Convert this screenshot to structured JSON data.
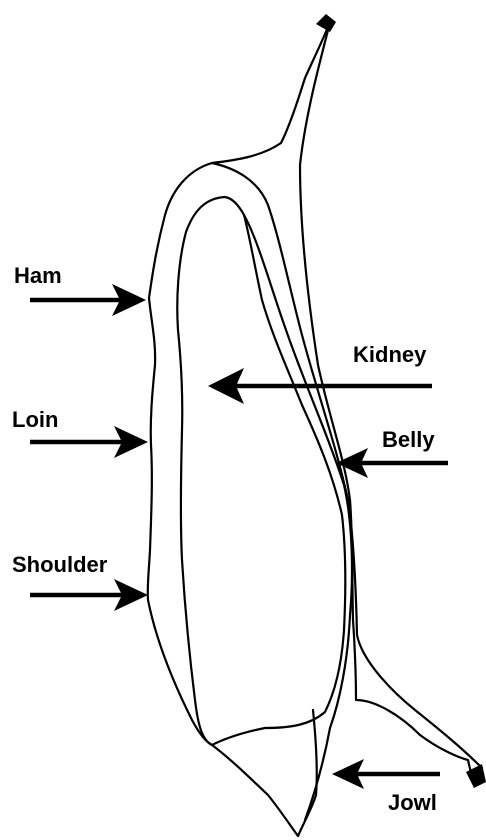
{
  "diagram": {
    "labels": {
      "ham": "Ham",
      "loin": "Loin",
      "shoulder": "Shoulder",
      "kidney": "Kidney",
      "belly": "Belly",
      "jowl": "Jowl"
    },
    "colors": {
      "line": "#000000",
      "background": "#ffffff"
    }
  }
}
